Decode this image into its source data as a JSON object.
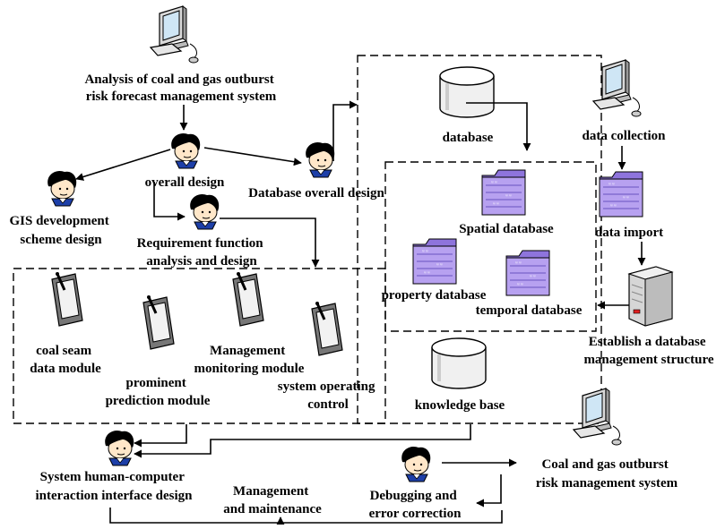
{
  "nodes": {
    "analysis": [
      "Analysis of coal and gas outburst",
      "risk forecast management system"
    ],
    "overall_design": [
      "overall design"
    ],
    "gis_design": [
      "GIS development",
      "scheme design"
    ],
    "db_overall": [
      "Database overall design"
    ],
    "requirement": [
      "Requirement function",
      "analysis and design"
    ],
    "database": [
      "database"
    ],
    "data_collection": [
      "data collection"
    ],
    "spatial_db": [
      "Spatial database"
    ],
    "data_import": [
      "data import"
    ],
    "property_db": [
      "property database"
    ],
    "temporal_db": [
      "temporal database"
    ],
    "db_structure": [
      "Establish a database",
      "management structure"
    ],
    "coal_seam": [
      "coal seam",
      "data module"
    ],
    "prediction": [
      "prominent",
      "prediction module"
    ],
    "monitoring": [
      "Management",
      "monitoring module"
    ],
    "operating": [
      "system operating",
      "control"
    ],
    "knowledge": [
      "knowledge base"
    ],
    "hci": [
      "System human-computer",
      "interaction interface design"
    ],
    "maintenance": [
      "Management",
      "and maintenance"
    ],
    "debugging": [
      "Debugging and",
      "error correction"
    ],
    "risk_system": [
      "Coal and gas outburst",
      "risk management system"
    ]
  },
  "icons": {
    "computer": "computer-icon",
    "person": "person-icon",
    "cylinder": "database-cylinder-icon",
    "folder": "database-folder-icon",
    "tablet": "tablet-icon",
    "server": "server-icon"
  },
  "colors": {
    "folder_fill": "#b7a1f0",
    "folder_dark": "#8e74dc",
    "screen_fill": "#cfe6f5"
  }
}
